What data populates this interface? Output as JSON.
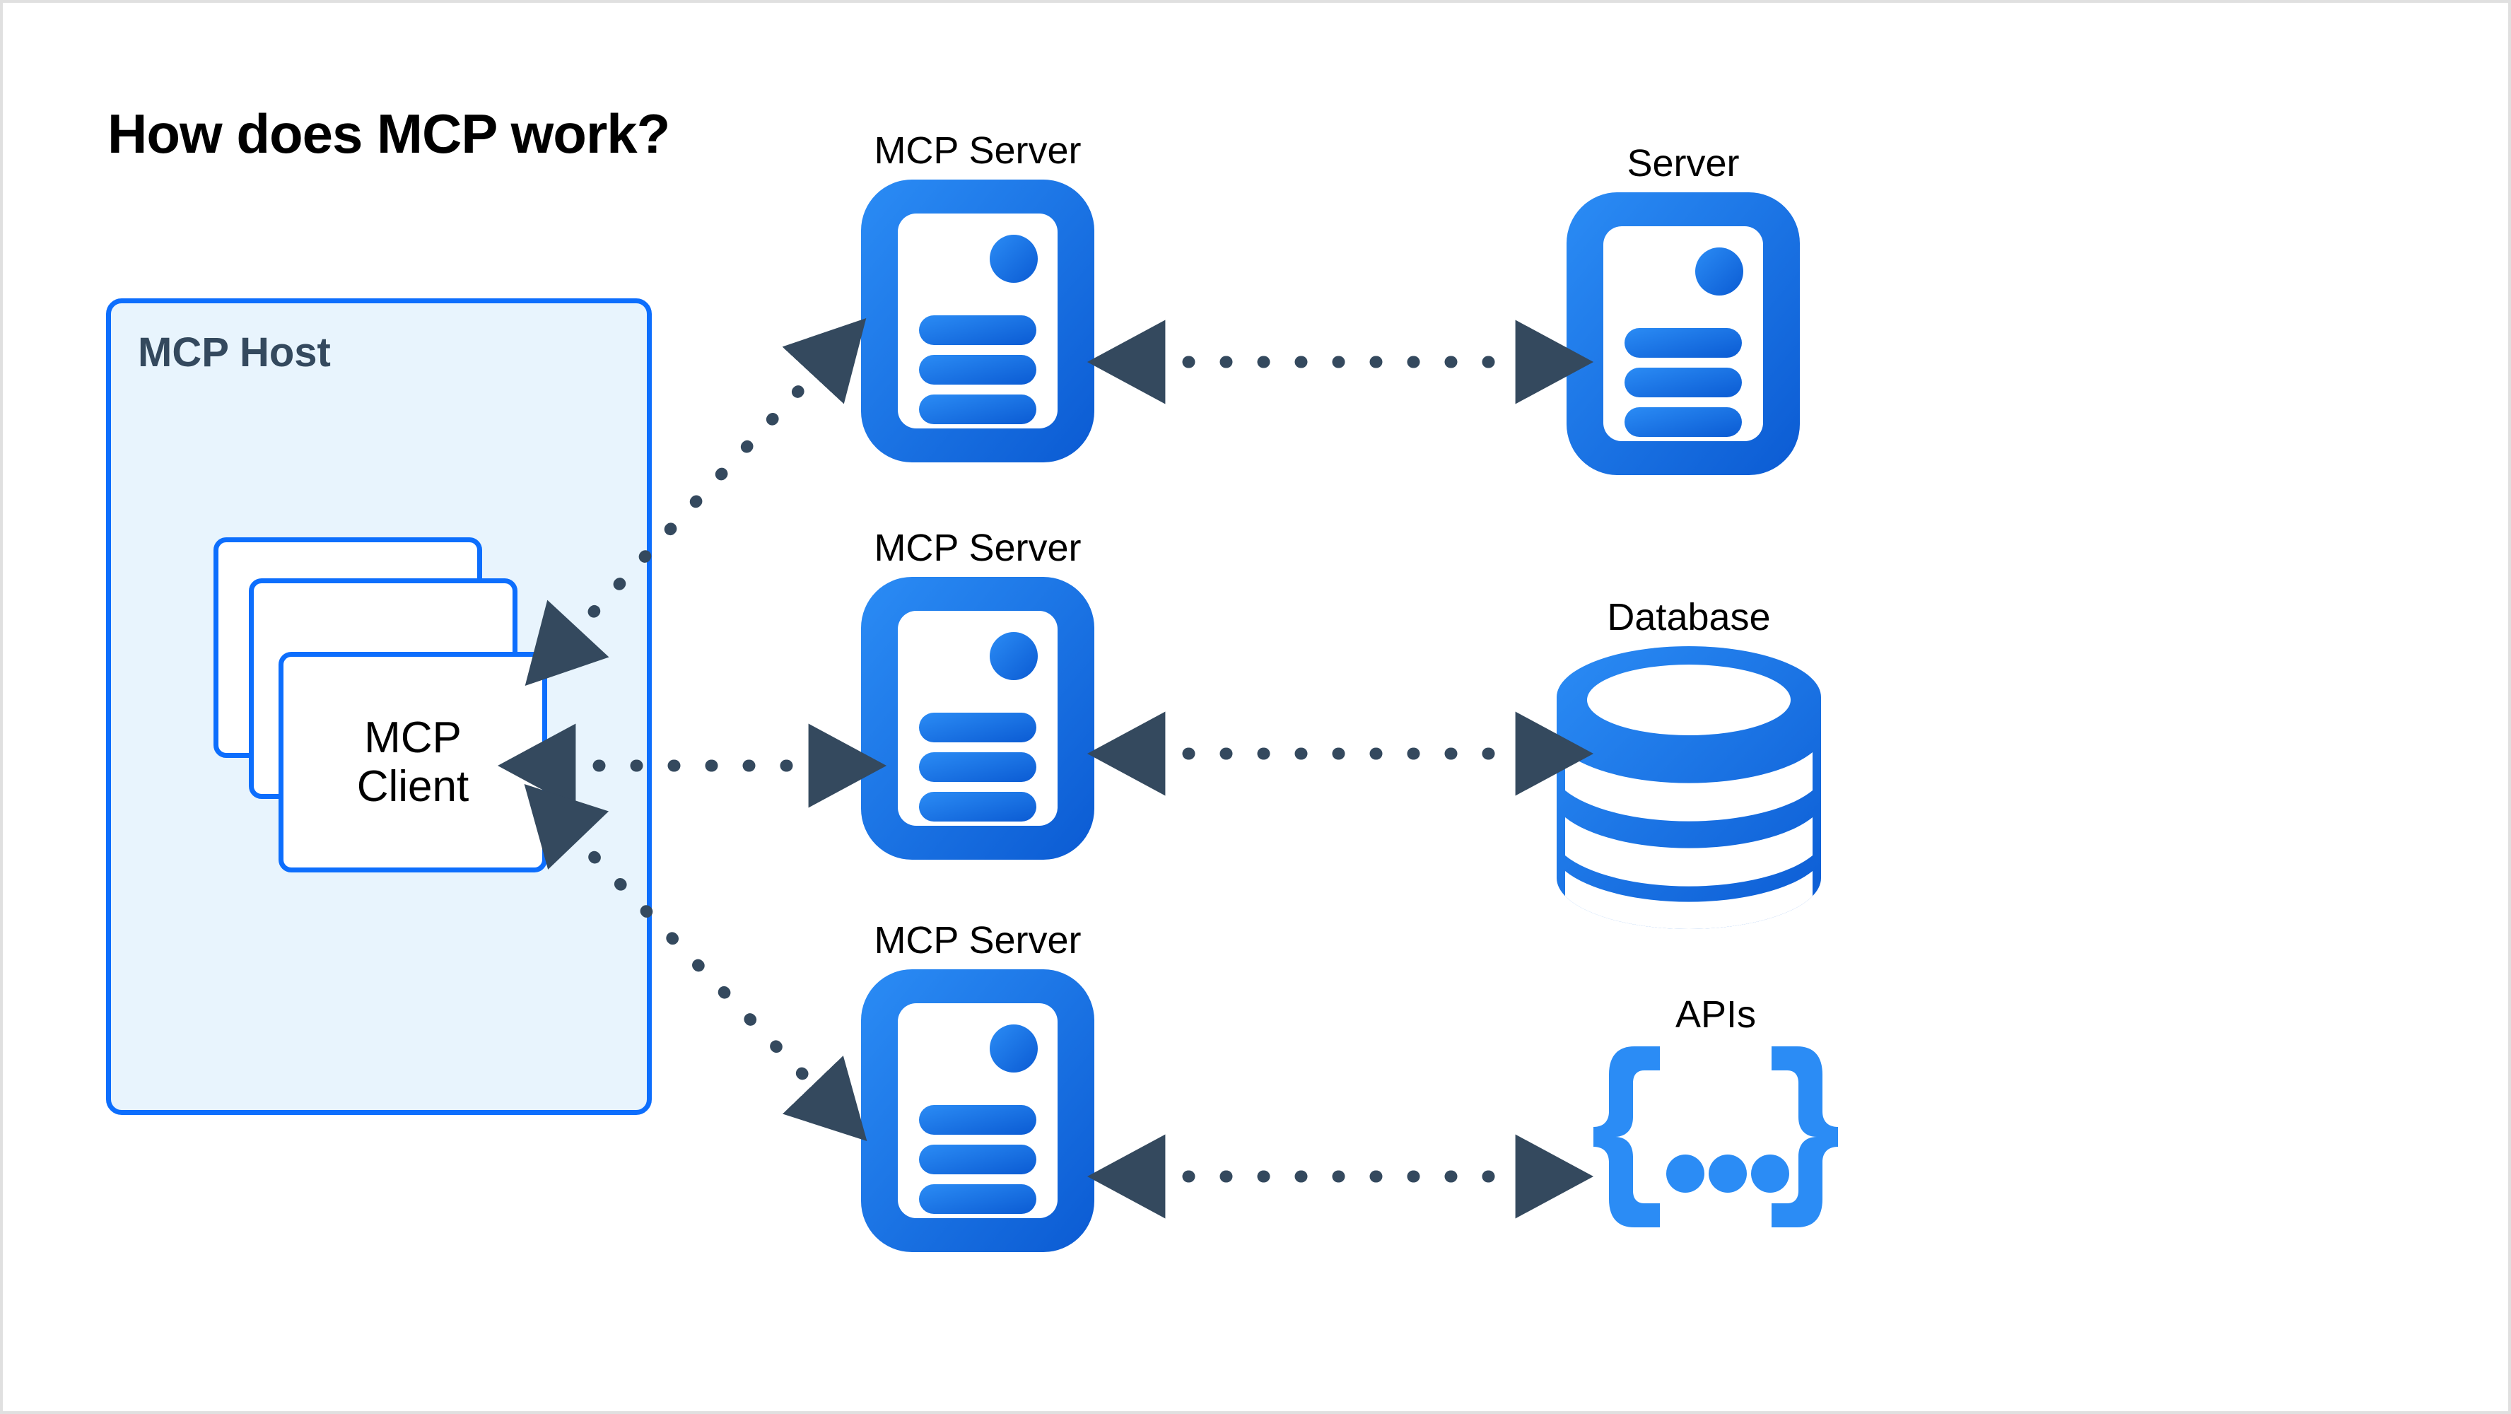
{
  "page": {
    "title": "How does MCP work?",
    "background_color": "#ffffff",
    "border_color": "#e0e0e0"
  },
  "colors": {
    "accent_blue": "#0d6efd",
    "host_fill": "#e8f4fd",
    "host_border": "#0d6efd",
    "icon_gradient_start": "#2b8cf5",
    "icon_gradient_end": "#0b5bd3",
    "arrow_color": "#34495e",
    "heading_text": "#000000",
    "host_label_text": "#34495e",
    "api_brace_color": "#2b8cf5"
  },
  "host": {
    "label": "MCP Host",
    "client": {
      "label": "MCP\nClient",
      "stack_count": 3
    }
  },
  "servers": [
    {
      "label": "MCP Server",
      "icon": "server-document-icon"
    },
    {
      "label": "MCP Server",
      "icon": "server-document-icon"
    },
    {
      "label": "MCP Server",
      "icon": "server-document-icon"
    }
  ],
  "resources": [
    {
      "label": "Server",
      "icon": "server-document-icon"
    },
    {
      "label": "Database",
      "icon": "database-cylinder-icon"
    },
    {
      "label": "APIs",
      "icon": "curly-braces-ellipsis-icon"
    }
  ],
  "connections": [
    {
      "from": "MCP Client",
      "to": "MCP Server 1",
      "style": "dotted",
      "direction": "bidirectional"
    },
    {
      "from": "MCP Client",
      "to": "MCP Server 2",
      "style": "dotted",
      "direction": "bidirectional"
    },
    {
      "from": "MCP Client",
      "to": "MCP Server 3",
      "style": "dotted",
      "direction": "bidirectional"
    },
    {
      "from": "MCP Server 1",
      "to": "Server",
      "style": "dotted",
      "direction": "bidirectional"
    },
    {
      "from": "MCP Server 2",
      "to": "Database",
      "style": "dotted",
      "direction": "bidirectional"
    },
    {
      "from": "MCP Server 3",
      "to": "APIs",
      "style": "dotted",
      "direction": "bidirectional"
    }
  ]
}
